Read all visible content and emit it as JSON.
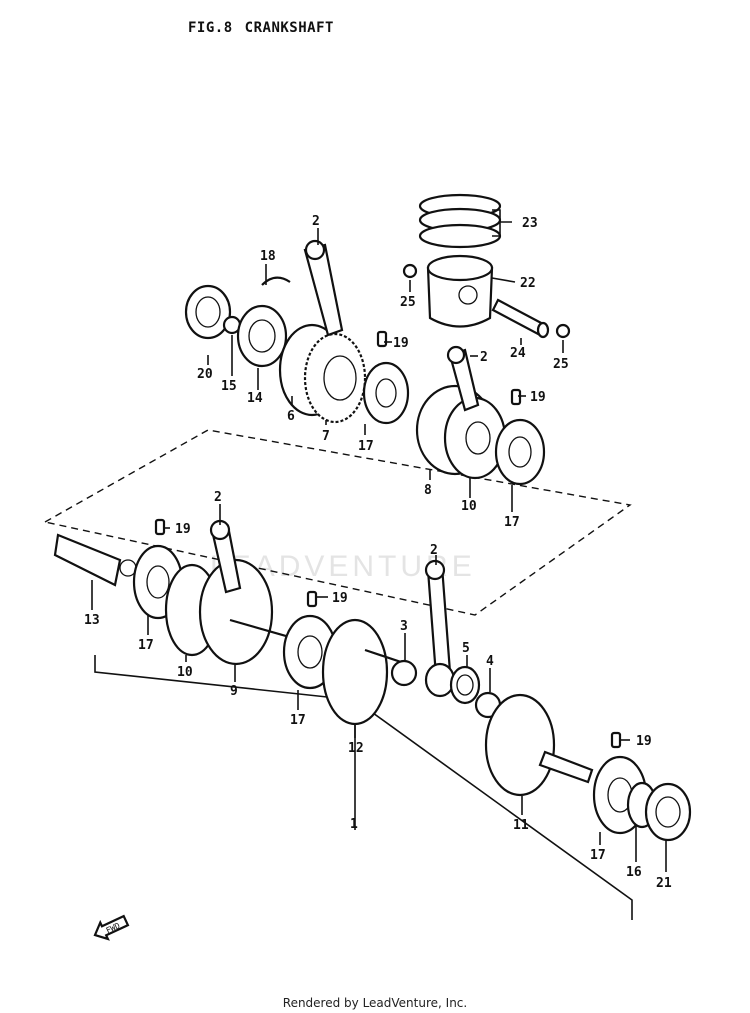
{
  "figure": {
    "number": "FIG.8",
    "title": "CRANKSHAFT"
  },
  "watermark": "LEADVENTURE",
  "fwd_arrow": "FWD",
  "footer": "Rendered by LeadVenture, Inc.",
  "callouts": [
    "2",
    "18",
    "20",
    "15",
    "14",
    "6",
    "7",
    "19",
    "17",
    "23",
    "22",
    "25",
    "24",
    "25",
    "2",
    "19",
    "8",
    "10",
    "17",
    "2",
    "19",
    "13",
    "17",
    "10",
    "9",
    "19",
    "17",
    "12",
    "3",
    "2",
    "5",
    "4",
    "11",
    "19",
    "17",
    "16",
    "21",
    "1"
  ]
}
